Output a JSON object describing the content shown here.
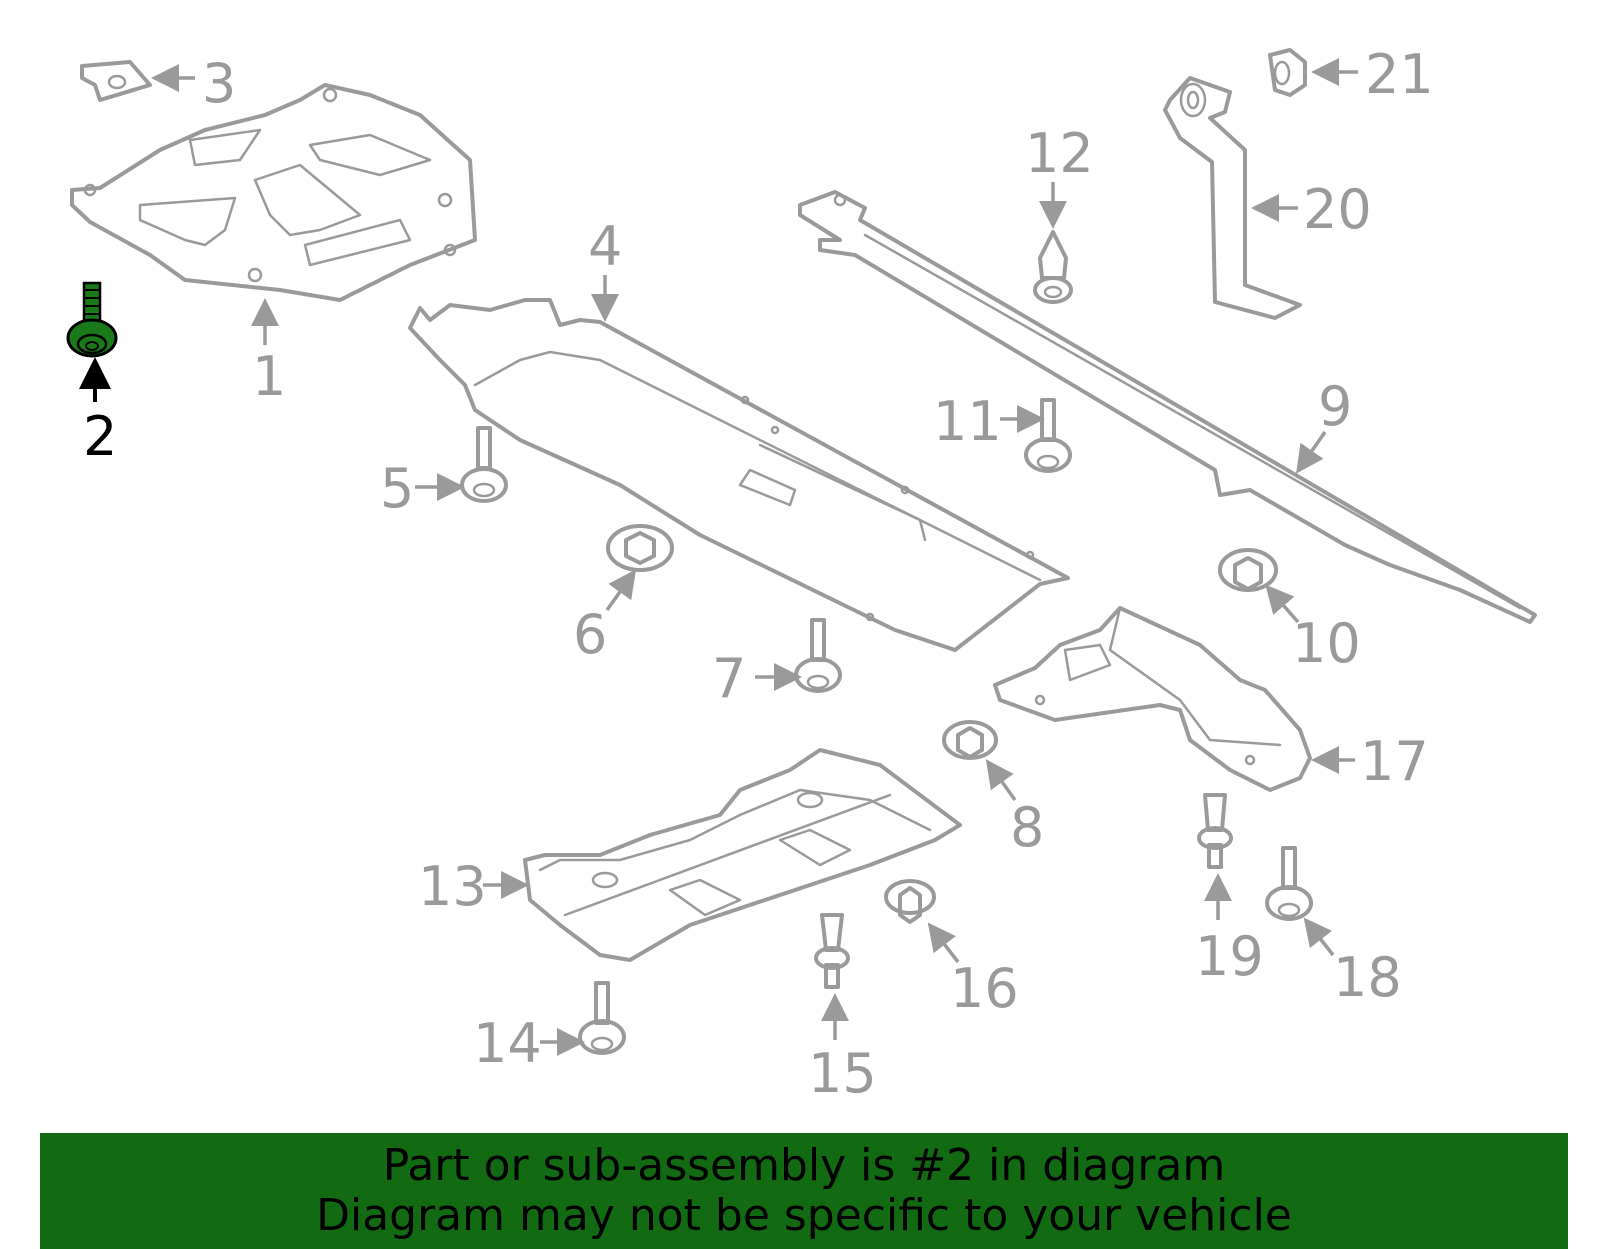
{
  "diagram": {
    "highlighted_part": "2",
    "highlight_color": "#1a7a1a",
    "part_color": "#9a9a9a",
    "labels": {
      "p1": "1",
      "p2": "2",
      "p3": "3",
      "p4": "4",
      "p5": "5",
      "p6": "6",
      "p7": "7",
      "p8": "8",
      "p9": "9",
      "p10": "10",
      "p11": "11",
      "p12": "12",
      "p13": "13",
      "p14": "14",
      "p15": "15",
      "p16": "16",
      "p17": "17",
      "p18": "18",
      "p19": "19",
      "p20": "20",
      "p21": "21"
    }
  },
  "banner": {
    "background": "#126b12",
    "line1": "Part or sub-assembly is #2 in diagram",
    "line2": "Diagram may not be specific to your vehicle"
  }
}
